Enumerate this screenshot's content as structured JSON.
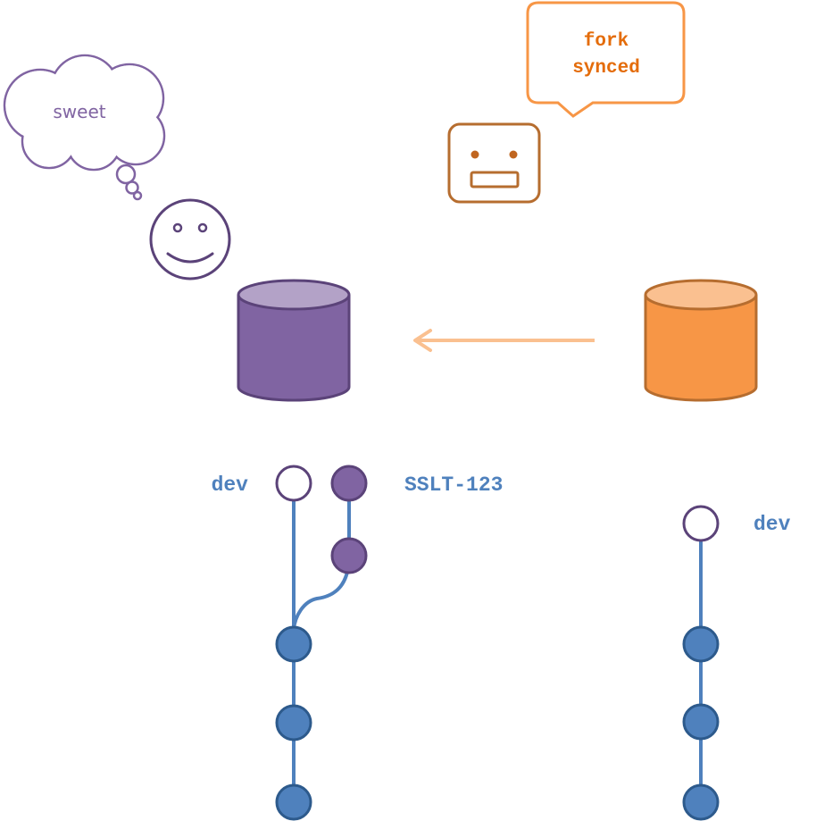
{
  "thought_bubble": {
    "text": "sweet"
  },
  "speech_bubble": {
    "line1": "fork",
    "line2": "synced"
  },
  "local_repo": {
    "branches": {
      "left_label": "dev",
      "right_label": "SSLT-123"
    }
  },
  "upstream_repo": {
    "branch_label": "dev"
  },
  "colors": {
    "purple": "#7f62a0",
    "purple_dark": "#5b4379",
    "orange": "#f79646",
    "orange_dark": "#b66d2f",
    "blue": "#4f81bd",
    "blue_dark": "#2d5a8c",
    "arrow": "#fac090"
  }
}
